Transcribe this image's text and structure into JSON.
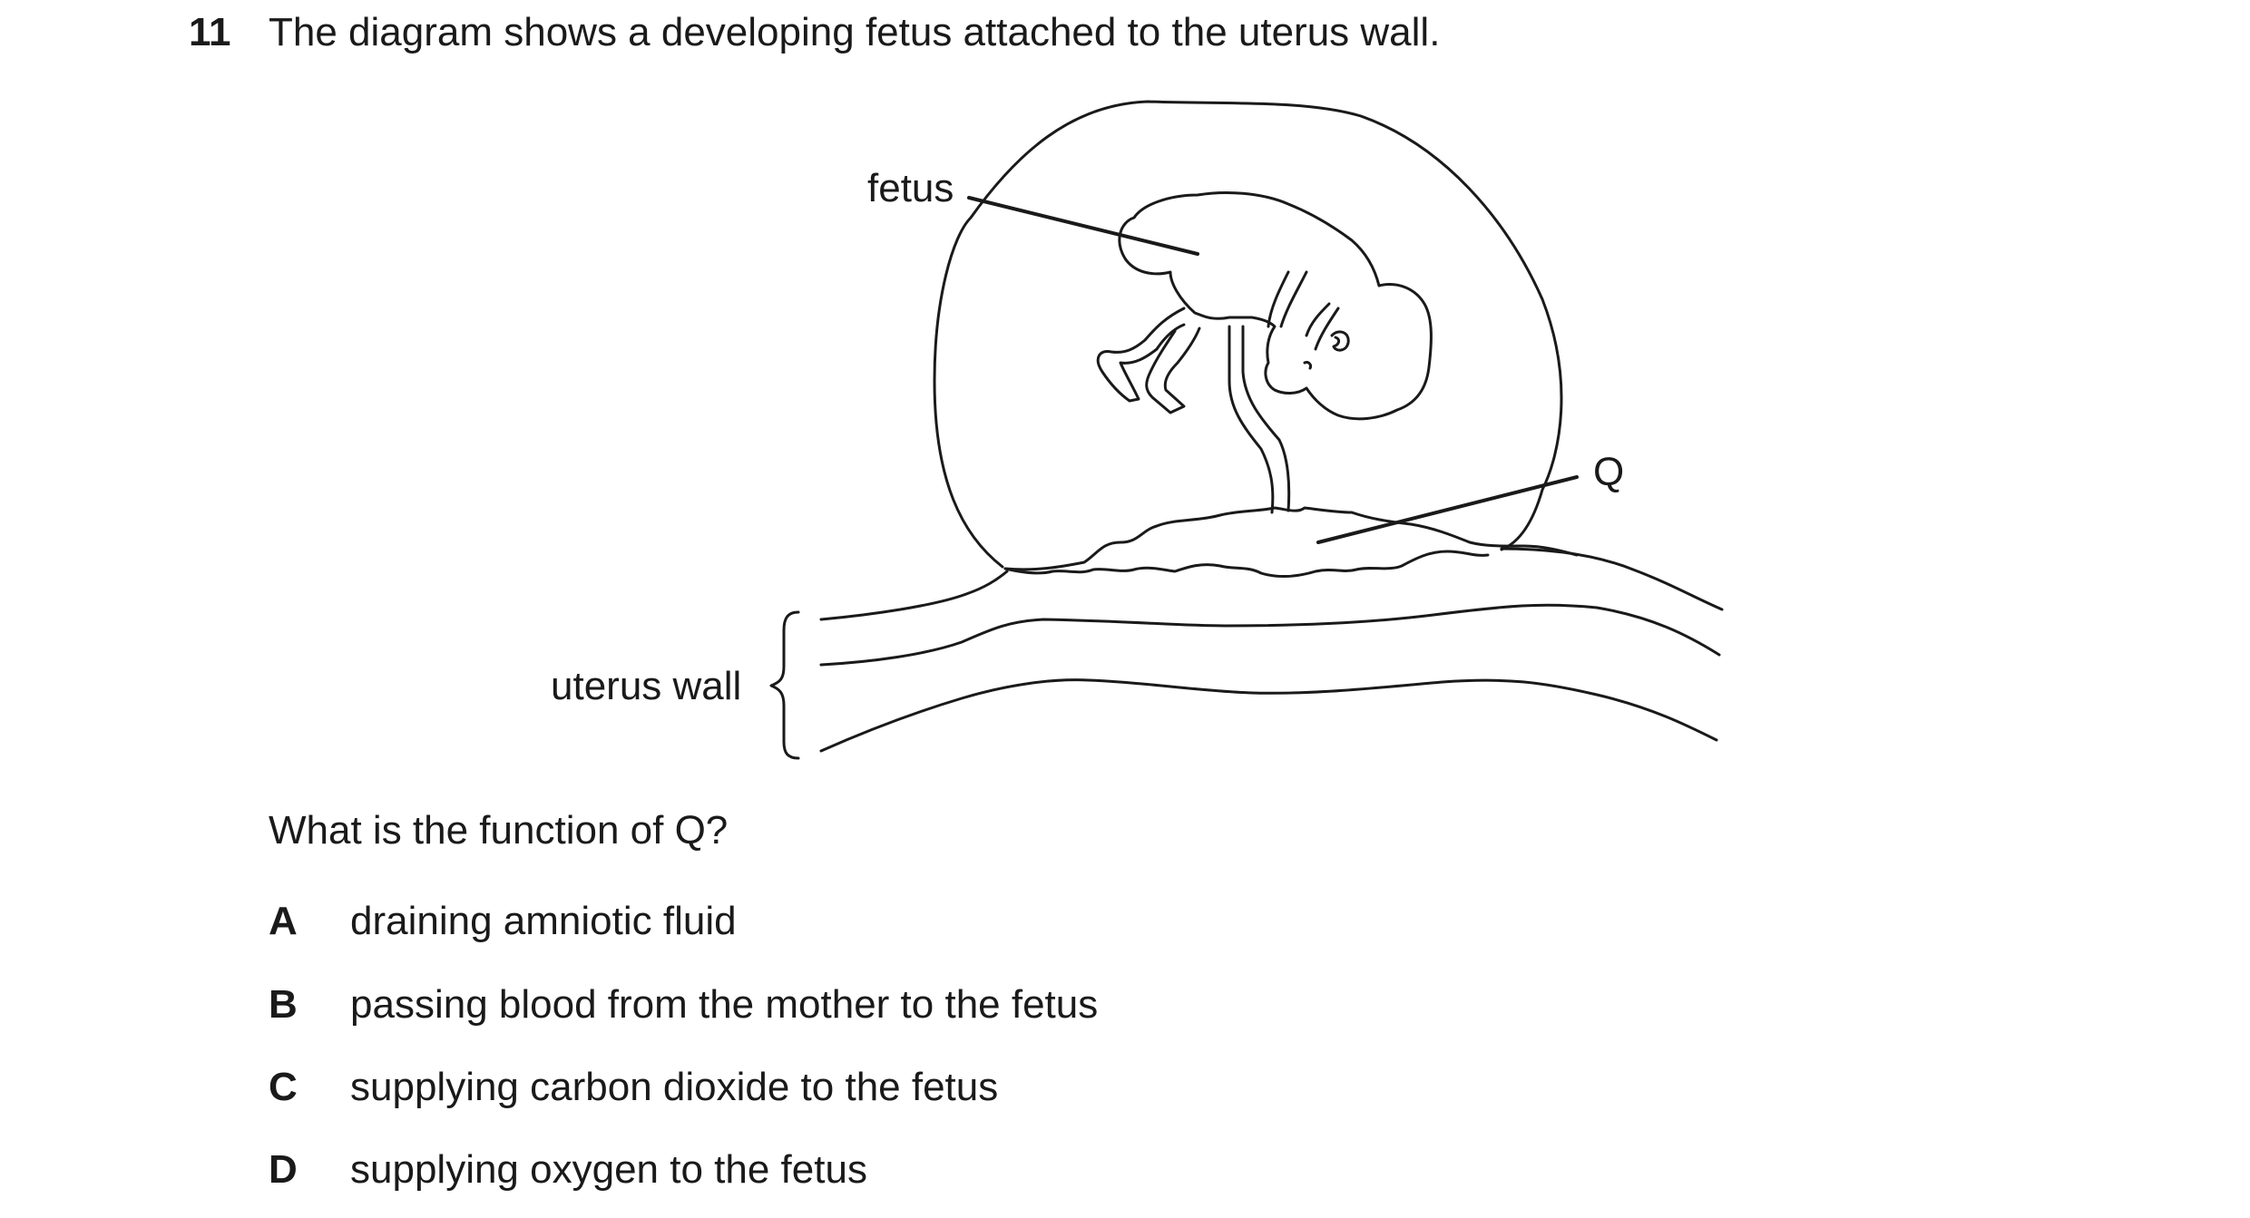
{
  "question": {
    "number": "11",
    "stem": "The diagram shows a developing fetus attached to the uterus wall.",
    "prompt": "What is the function of Q?"
  },
  "diagram": {
    "labels": {
      "fetus": "fetus",
      "q": "Q",
      "uterus_wall": "uterus wall"
    }
  },
  "options": [
    {
      "letter": "A",
      "text": "draining amniotic fluid"
    },
    {
      "letter": "B",
      "text": "passing blood from the mother to the fetus"
    },
    {
      "letter": "C",
      "text": "supplying carbon dioxide to the fetus"
    },
    {
      "letter": "D",
      "text": "supplying oxygen to the fetus"
    }
  ]
}
